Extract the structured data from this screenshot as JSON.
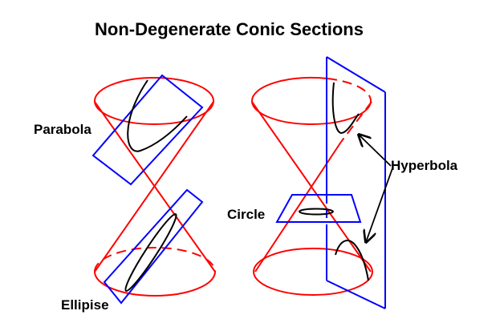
{
  "title": "Non-Degenerate Conic Sections",
  "labels": {
    "parabola": "Parabola",
    "hyperbola": "Hyperbola",
    "circle": "Circle",
    "ellipse": "Ellipise"
  },
  "colors": {
    "cone": "#ff0000",
    "plane": "#0000ff",
    "curve": "#000000",
    "background": "#ffffff"
  }
}
